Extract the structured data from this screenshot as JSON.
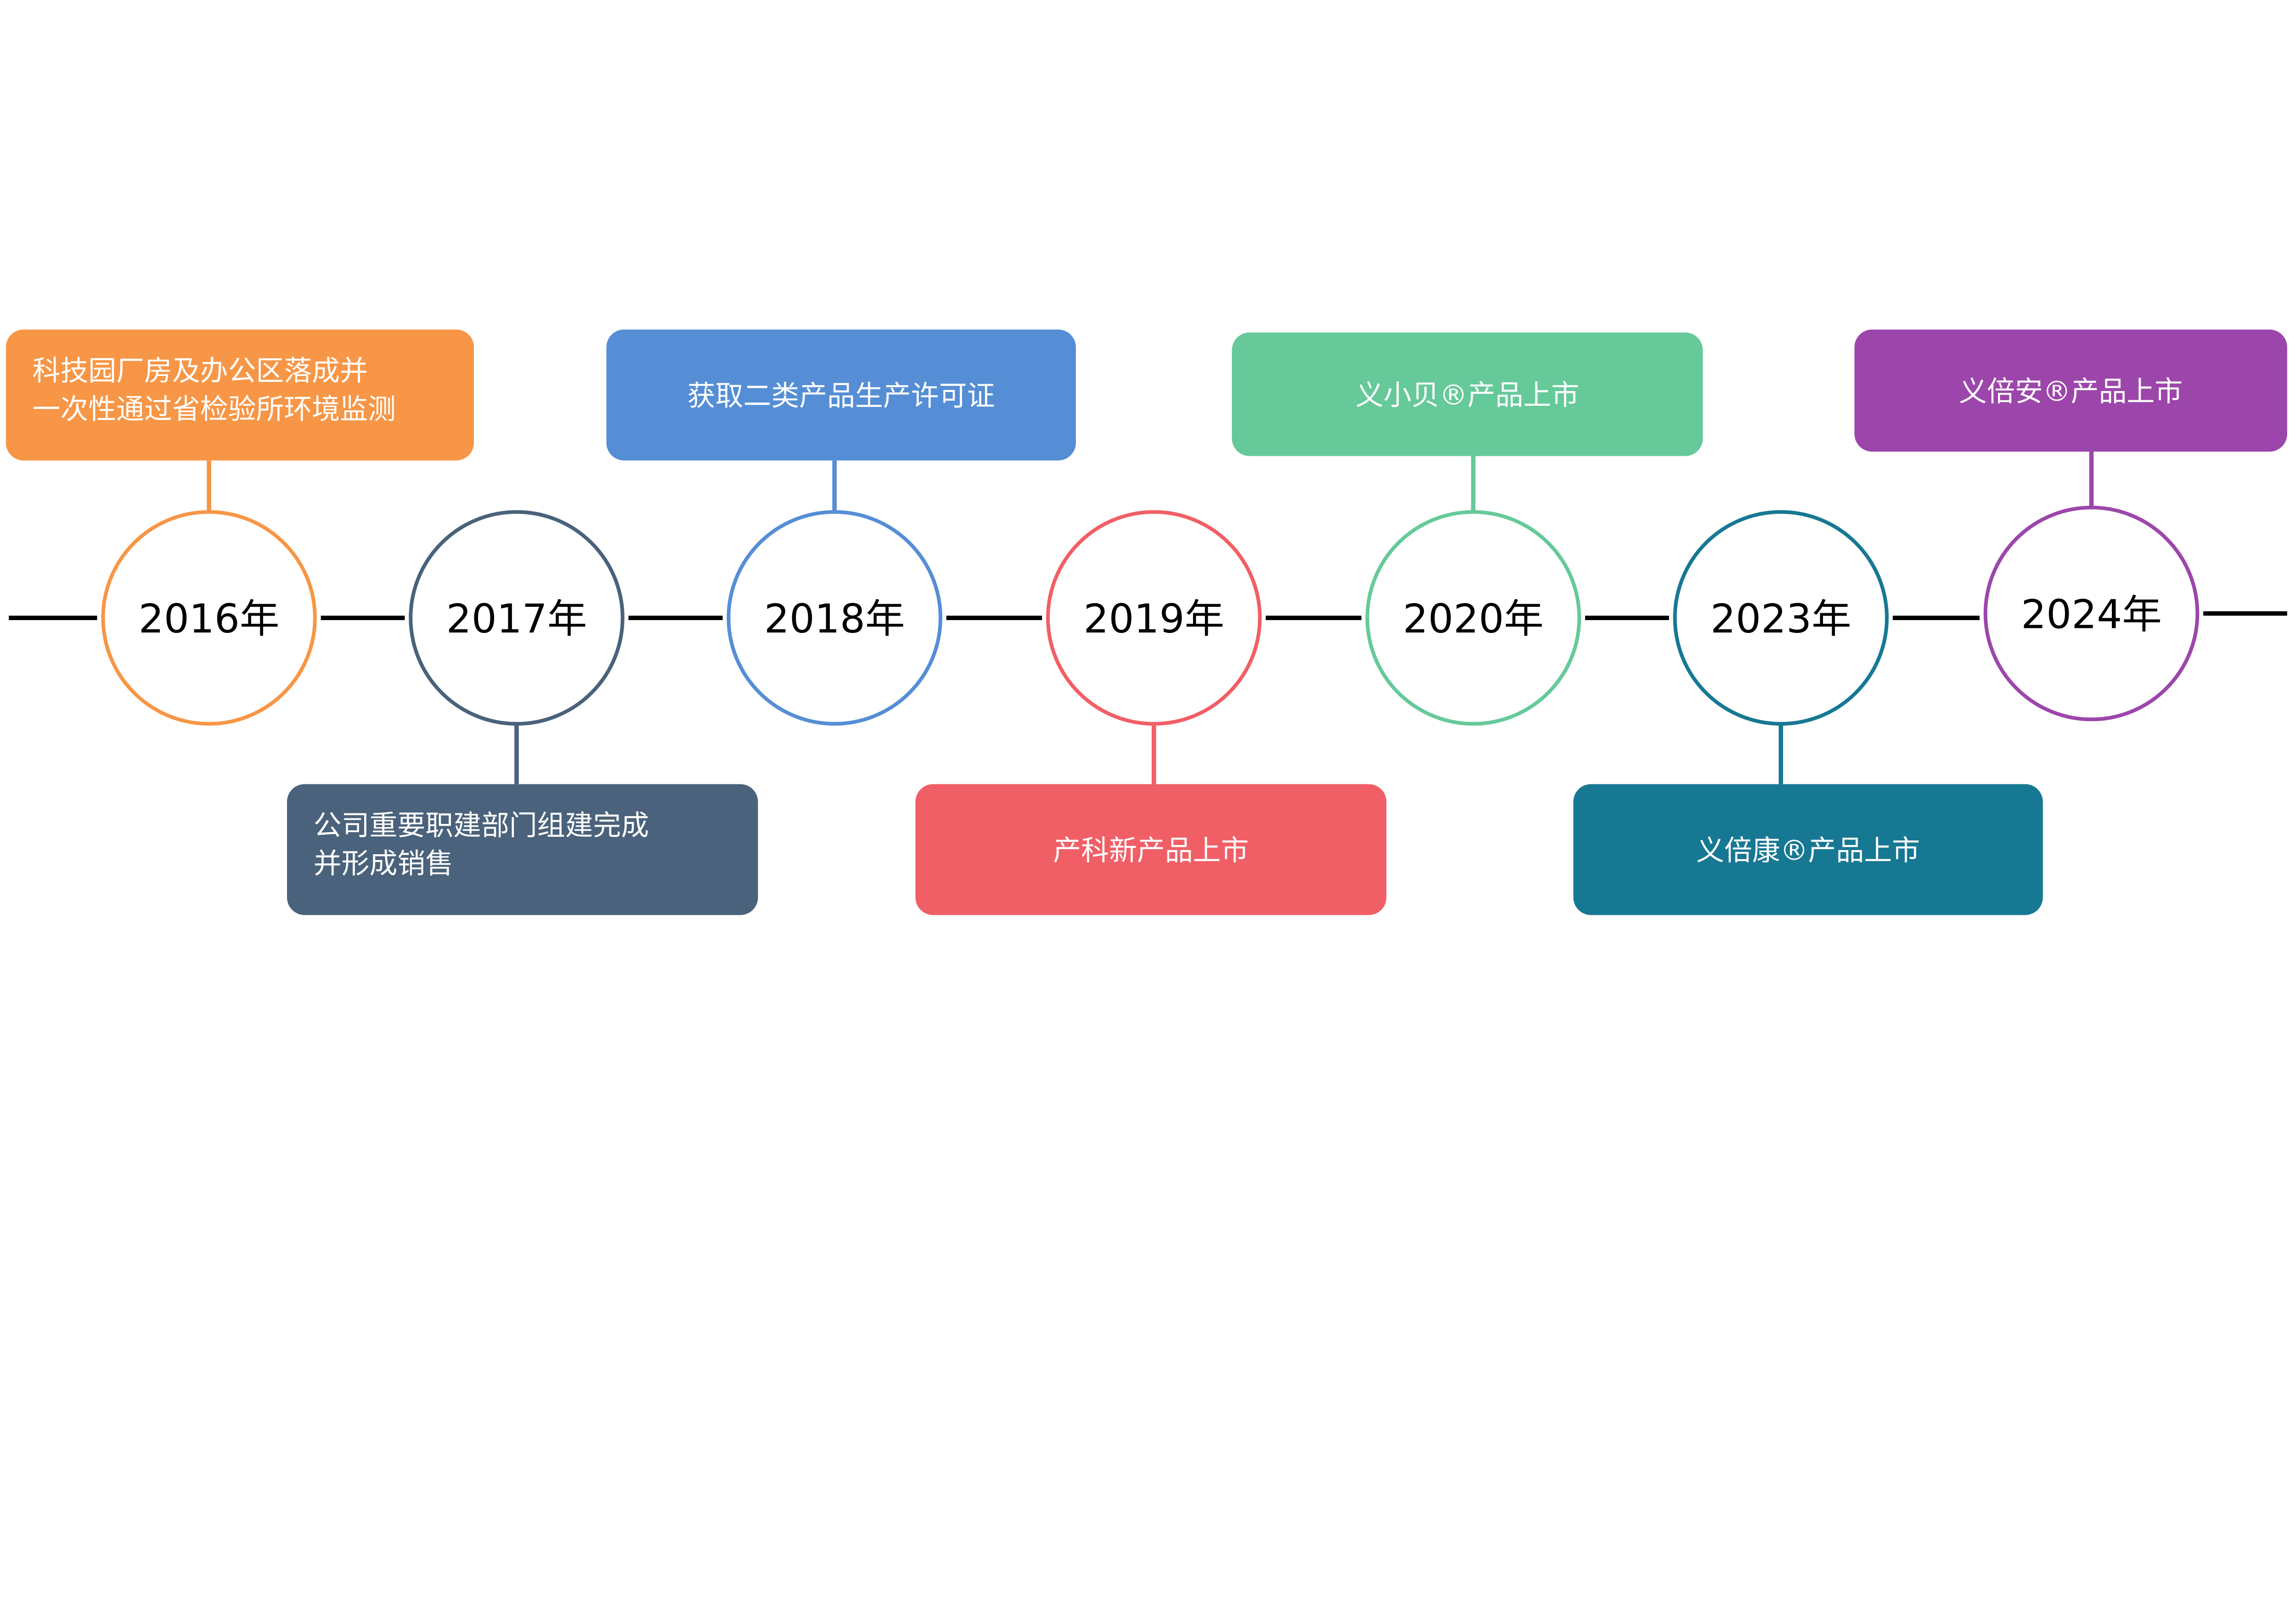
{
  "timeline": {
    "line_color": "#000000",
    "milestones": [
      {
        "year": "2016年",
        "color": "#F79646",
        "position": "above",
        "text": [
          "科技园厂房及办公区落成并",
          "一次性通过省检验所环境监测"
        ]
      },
      {
        "year": "2017年",
        "color": "#4A627B",
        "position": "below",
        "text": [
          "公司重要职建部门组建完成",
          "并形成销售"
        ]
      },
      {
        "year": "2018年",
        "color": "#558ED5",
        "position": "above",
        "text": [
          "获取二类产品生产许可证"
        ]
      },
      {
        "year": "2019年",
        "color": "#F15F66",
        "position": "below",
        "text": [
          "产科新产品上市"
        ]
      },
      {
        "year": "2020年",
        "color": "#66C99A",
        "position": "above",
        "text": [
          "义小贝®产品上市"
        ]
      },
      {
        "year": "2023年",
        "color": "#177893",
        "position": "below",
        "text": [
          "义倍康®产品上市"
        ]
      },
      {
        "year": "2024年",
        "color": "#9C46AB",
        "position": "above",
        "text": [
          "义倍安®产品上市"
        ]
      }
    ]
  }
}
